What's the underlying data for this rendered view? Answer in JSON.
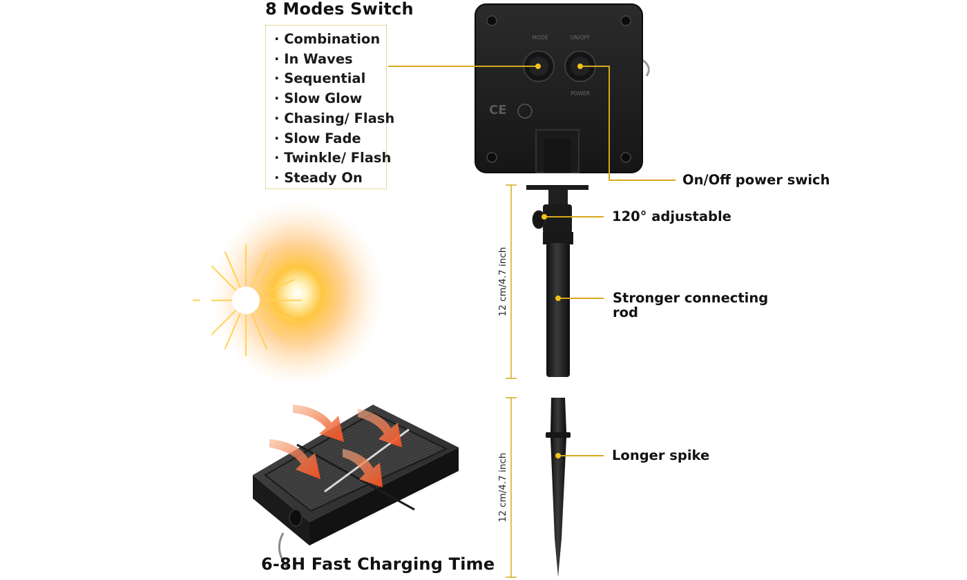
{
  "title": "8 Modes Switch",
  "modes": [
    "Combination",
    "In Waves",
    "Sequential",
    "Slow Glow",
    "Chasing/ Flash",
    "Slow Fade",
    "Twinkle/ Flash",
    "Steady On"
  ],
  "control_box": {
    "mode_button_label": "MODE",
    "onoff_button_label": "ON/OFF",
    "power_label": "POWER",
    "cert_mark": "CE"
  },
  "callouts": {
    "power_switch": "On/Off power swich",
    "adjustable": "120°  adjustable",
    "rod_line1": "Stronger connecting",
    "rod_line2": "rod",
    "spike": "Longer spike"
  },
  "dimensions": {
    "rod_length": "12 cm/4.7 inch",
    "spike_length": "12 cm/4.7 inch"
  },
  "charging": "6-8H  Fast Charging Time",
  "colors": {
    "leader": "#d6a91a",
    "device": "#1f1f1f",
    "arrow": "#f06a2a",
    "sun": "#ffb020"
  }
}
